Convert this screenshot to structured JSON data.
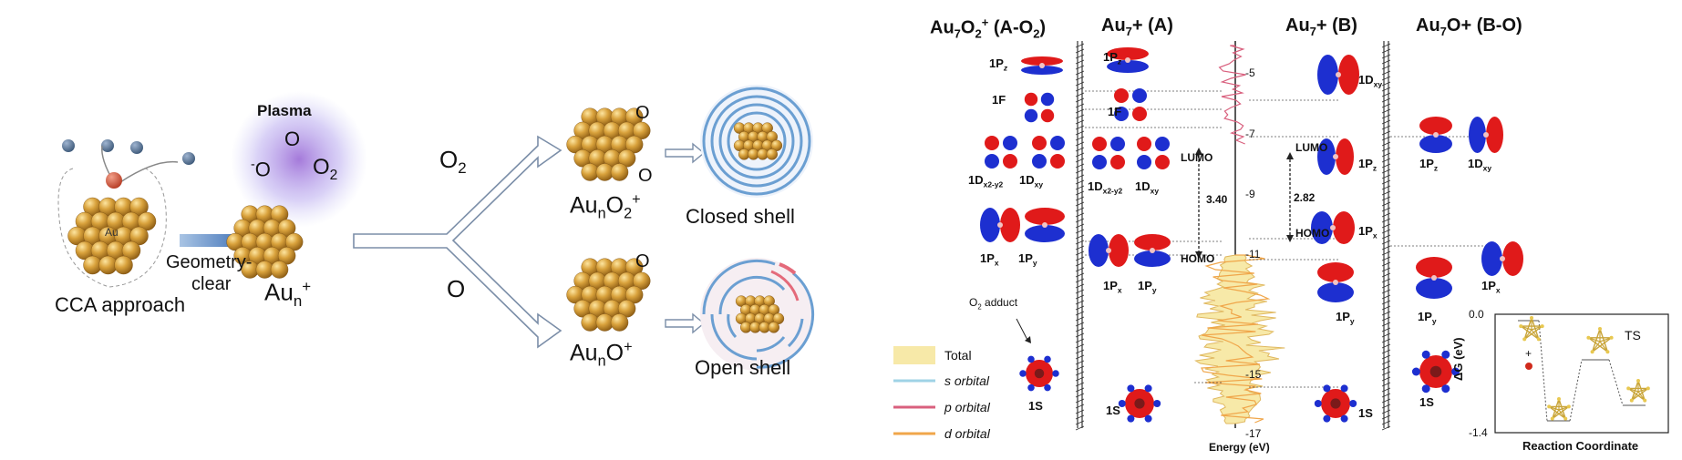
{
  "left": {
    "cca_label": "CCA approach",
    "au_atom": "Au",
    "geometry_label_1": "Geometry-",
    "geometry_label_2": "clear",
    "plasma_label": "Plasma",
    "species_o": "O",
    "species_ominus": "O",
    "species_o2": "O",
    "cluster_label": "Au",
    "o2_branch": "O",
    "o_branch": "O",
    "upper_product": "Au",
    "lower_product": "Au",
    "closed_shell": "Closed shell",
    "open_shell": "Open shell"
  },
  "right": {
    "headers": [
      "Au",
      "Au",
      "Au",
      "Au"
    ],
    "header_tails": [
      "O",
      "(A-O",
      ")",
      "+ (A)",
      "+ (B)",
      "O",
      "+ (B-O)"
    ],
    "orbitals": {
      "aO2": [
        "1P",
        "1F",
        "1D",
        "1D",
        "1P",
        "1P",
        "1S"
      ],
      "A": [
        "1P",
        "1F",
        "1D",
        "1D",
        "1P",
        "1P",
        "1S"
      ],
      "B": [
        "1D",
        "1P",
        "1P",
        "1P",
        "1S"
      ],
      "BO": [
        "1P",
        "1D",
        "1P",
        "1P",
        "1S"
      ]
    },
    "lumo": "LUMO",
    "homo": "HOMO",
    "gap_a": "3.40",
    "gap_b": "2.82",
    "energy_ticks": [
      "-5",
      "-7",
      "-9",
      "-11",
      "-15",
      "-17"
    ],
    "energy_axis": "Energy (eV)",
    "adduct_label": "O",
    "adduct_tail": " adduct",
    "legend": [
      {
        "label": "Total",
        "color": "#f7e9a8"
      },
      {
        "label": "s orbital",
        "color": "#9fd3e6"
      },
      {
        "label": "p orbital",
        "color": "#d9607e"
      },
      {
        "label": "d orbital",
        "color": "#f0a64a"
      }
    ],
    "inset": {
      "ylabel": "ΔG (eV)",
      "xlabel": "Reaction Coordinate",
      "ymax": "0.0",
      "ymin": "-1.4",
      "ts": "TS",
      "plus": "+"
    }
  }
}
